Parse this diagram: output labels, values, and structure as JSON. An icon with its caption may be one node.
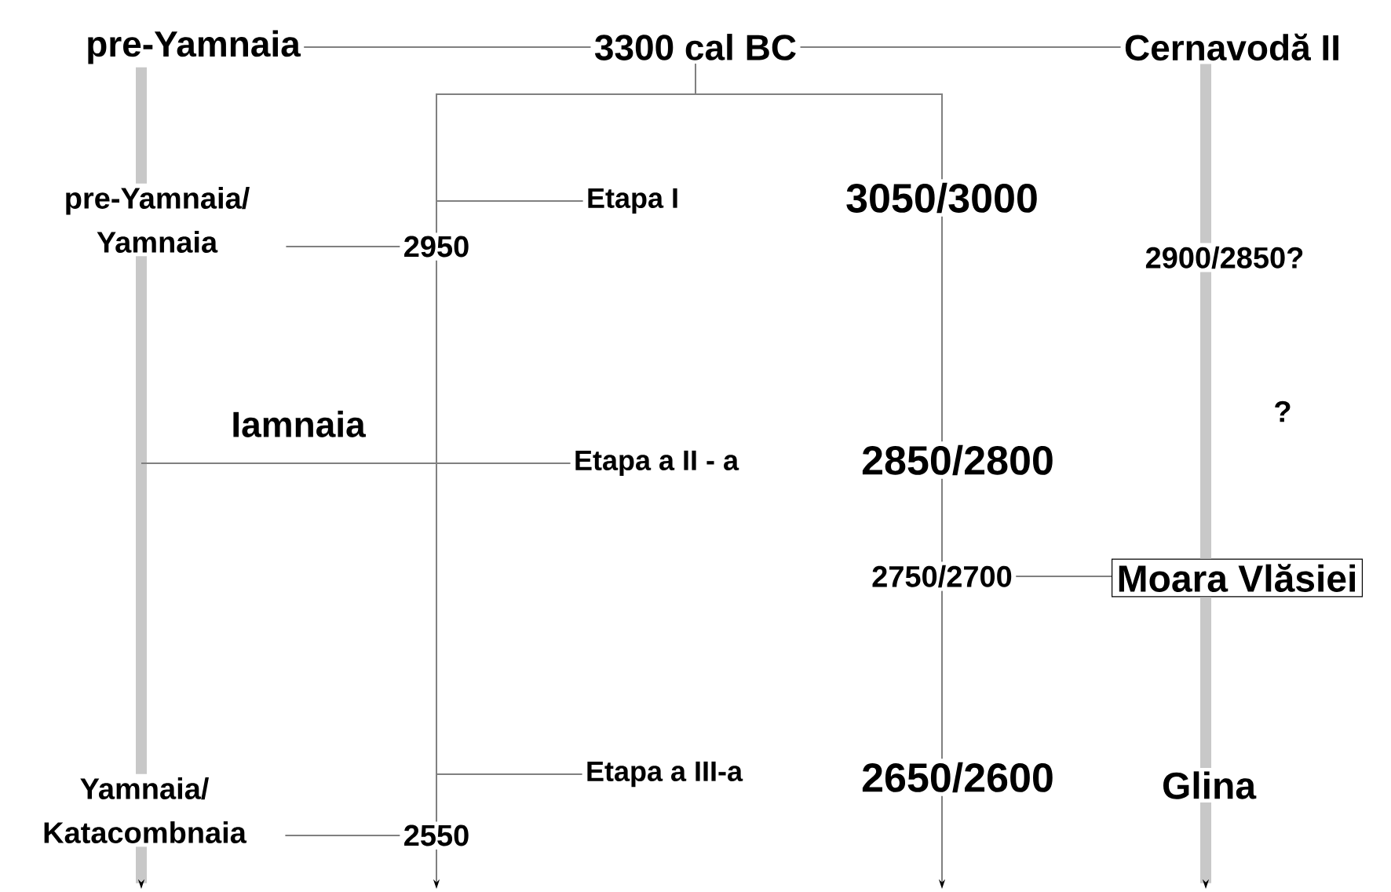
{
  "diagram": {
    "nodes": [
      {
        "text": [
          "pre-Yamnaia"
        ]
      },
      {
        "text": [
          "3300 cal BC"
        ]
      },
      {
        "text": [
          "Cernavodă II"
        ]
      },
      {
        "text": [
          "pre-Yamnaia/ Yamnaia"
        ]
      },
      {
        "text": [
          "2950"
        ]
      },
      {
        "text": [
          "Etapa I"
        ]
      },
      {
        "text": [
          "3050/3000"
        ]
      },
      {
        "text": [
          "2900/2850?"
        ]
      },
      {
        "text": [
          "Iamnaia"
        ]
      },
      {
        "text": [
          "Etapa a II - a"
        ]
      },
      {
        "text": [
          "2850/2800"
        ]
      },
      {
        "text": [
          "2750/2700"
        ]
      },
      {
        "text": [
          "Moara Vlăsiei"
        ]
      },
      {
        "text": [
          "Yamnaia/ Katacombnaia"
        ]
      },
      {
        "text": [
          "2550"
        ]
      },
      {
        "text": [
          "Etapa a III-a"
        ]
      },
      {
        "text": [
          "2650/2600"
        ]
      },
      {
        "text": [
          "Glina"
        ]
      }
    ],
    "edges": [
      {
        "from": 0,
        "to": 1,
        "arrow": "none"
      },
      {
        "from": 1,
        "to": 2,
        "arrow": "none"
      },
      {
        "from": 1,
        "to": 4,
        "arrow": "none"
      },
      {
        "from": 1,
        "to": 6,
        "arrow": "none"
      },
      {
        "from": 0,
        "to": 3,
        "arrow": "none",
        "style": "thick",
        "color": "#c8c8c8"
      },
      {
        "from": 3,
        "to": 4,
        "arrow": "none"
      },
      {
        "from": 5,
        "to": 4,
        "arrow": "none"
      },
      {
        "from": 3,
        "to": 13,
        "arrow": "none",
        "style": "thick",
        "color": "#c8c8c8"
      },
      {
        "from": 9,
        "to": null,
        "arrow": "none"
      },
      {
        "from": 4,
        "to": 14,
        "arrow": "none"
      },
      {
        "from": 6,
        "to": 10,
        "arrow": "none"
      },
      {
        "from": 10,
        "to": 11,
        "arrow": "none"
      },
      {
        "from": 11,
        "to": 12,
        "arrow": "none"
      },
      {
        "from": 11,
        "to": 16,
        "arrow": "none"
      },
      {
        "from": 15,
        "to": 14,
        "arrow": "none"
      },
      {
        "from": 13,
        "to": 14,
        "arrow": "none"
      },
      {
        "from": 2,
        "to": 7,
        "arrow": "none",
        "style": "thick",
        "color": "#c8c8c8"
      },
      {
        "from": 7,
        "to": 12,
        "arrow": "none",
        "style": "thick",
        "color": "#c8c8c8"
      },
      {
        "from": 12,
        "to": 17,
        "arrow": "none",
        "style": "thick",
        "color": "#c8c8c8"
      },
      {
        "from": 13,
        "to": null,
        "arrow": "to",
        "style": "thick",
        "color": "#c8c8c8"
      },
      {
        "from": 14,
        "to": null,
        "arrow": "to"
      },
      {
        "from": 16,
        "to": null,
        "arrow": "to"
      },
      {
        "from": 17,
        "to": null,
        "arrow": "to",
        "style": "thick",
        "color": "#c8c8c8"
      }
    ],
    "labels": [
      "?"
    ]
  }
}
